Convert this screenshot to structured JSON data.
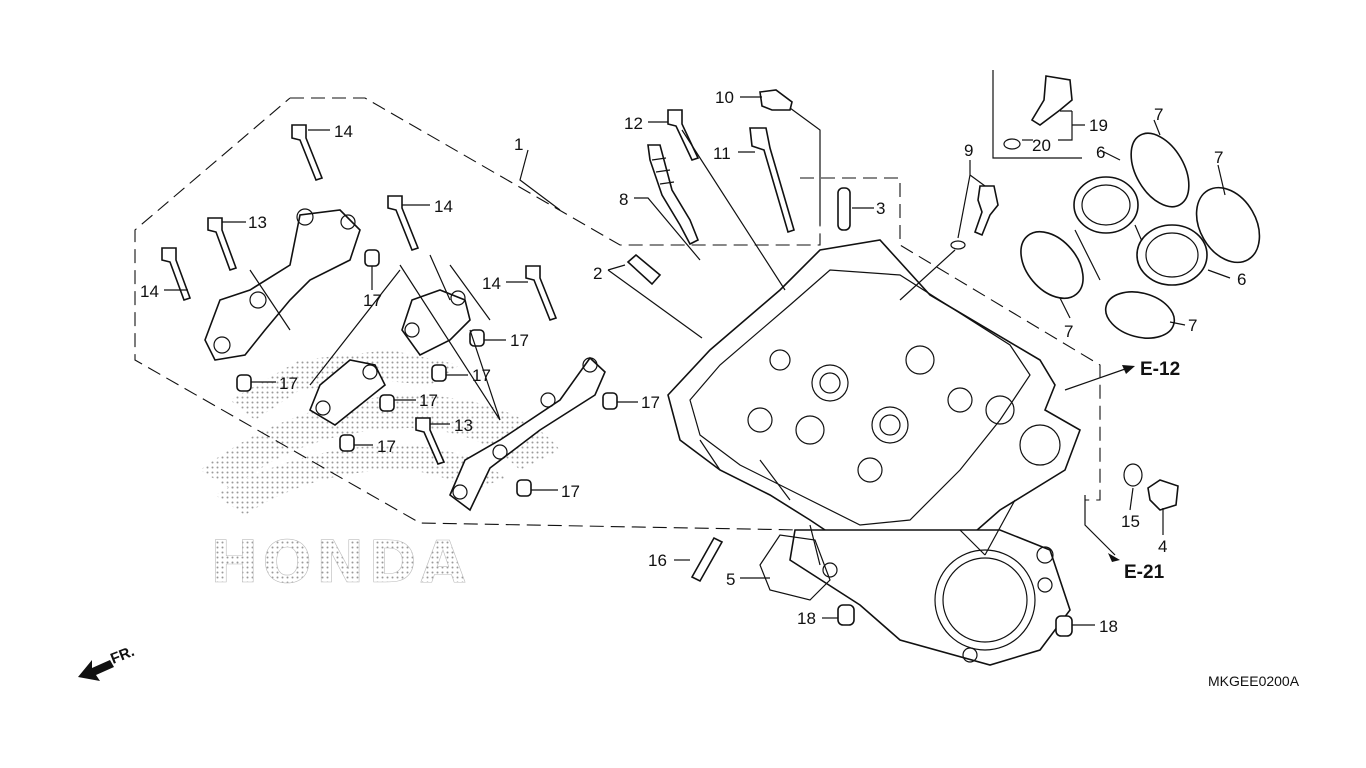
{
  "callouts": {
    "c1": "1",
    "c2": "2",
    "c3": "3",
    "c4": "4",
    "c5": "5",
    "c6a": "6",
    "c6b": "6",
    "c7a": "7",
    "c7b": "7",
    "c7c": "7",
    "c7d": "7",
    "c8": "8",
    "c9": "9",
    "c10": "10",
    "c11": "11",
    "c12": "12",
    "c13a": "13",
    "c13b": "13",
    "c14a": "14",
    "c14b": "14",
    "c14c": "14",
    "c14d": "14",
    "c15": "15",
    "c16": "16",
    "c17a": "17",
    "c17b": "17",
    "c17c": "17",
    "c17d": "17",
    "c17e": "17",
    "c17f": "17",
    "c17g": "17",
    "c17h": "17",
    "c18a": "18",
    "c18b": "18",
    "c19": "19",
    "c20": "20"
  },
  "references": {
    "e12": "E-12",
    "e21": "E-21"
  },
  "front_label": "FR.",
  "watermark": "HONDA",
  "diagram_code": "MKGEE0200A"
}
